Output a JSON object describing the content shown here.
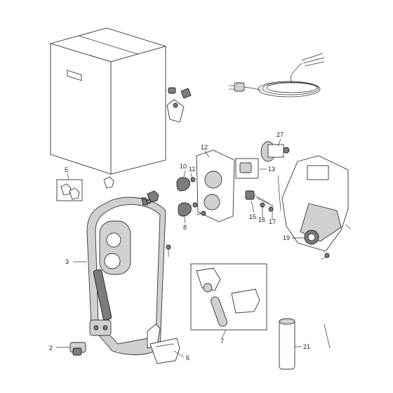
{
  "callouts": {
    "c2": "2",
    "c3": "3",
    "c5": "5",
    "c6": "6",
    "c7": "7",
    "c8": "8",
    "c10": "10",
    "c11": "11",
    "c12": "12",
    "c13": "13",
    "c15": "15",
    "c16": "16",
    "c17": "17",
    "c19": "19",
    "c21": "21",
    "c27": "27"
  }
}
